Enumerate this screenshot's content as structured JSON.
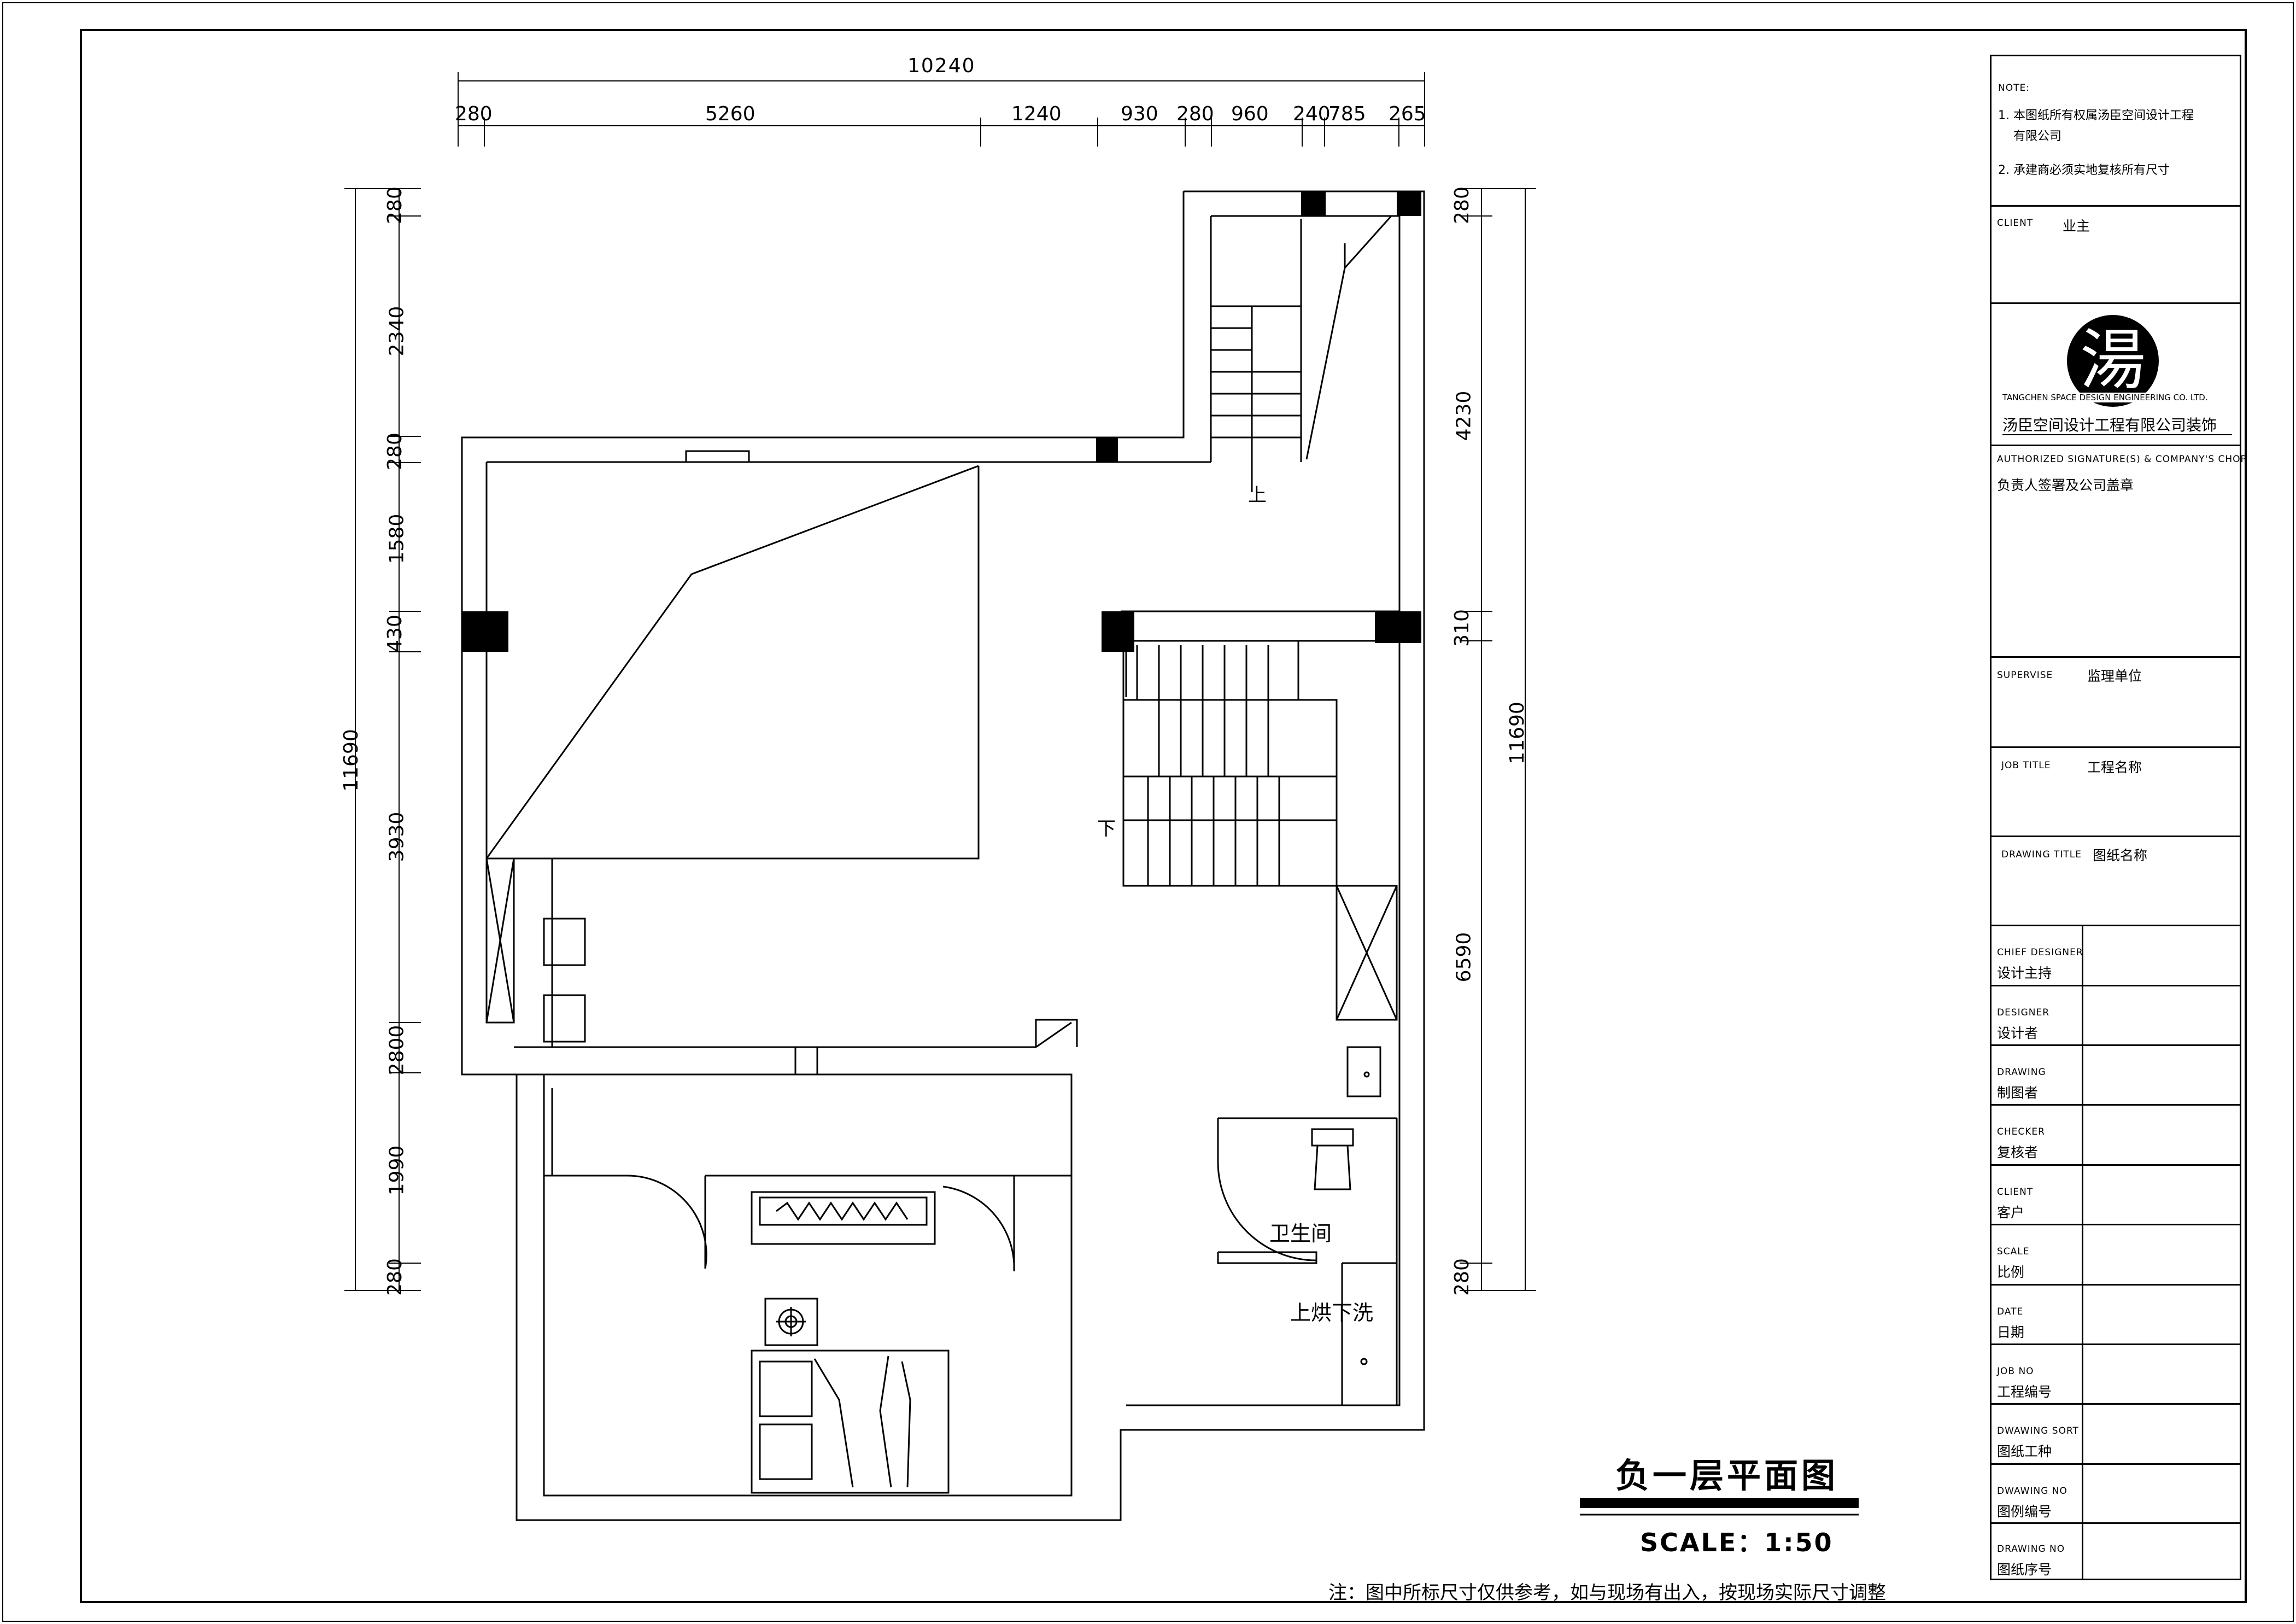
{
  "drawing": {
    "title": "负一层平面图",
    "scale": "SCALE：1:50",
    "footnote": "注：图中所标尺寸仅供参考，如与现场有出入，按现场实际尺寸调整",
    "room_labels": {
      "up": "上",
      "down": "下",
      "bathroom": "卫生间",
      "laundry": "上烘下洗"
    },
    "dimensions": {
      "top_total": "10240",
      "top_chain": [
        "280",
        "5260",
        "1240",
        "930",
        "280",
        "960",
        "240",
        "785",
        "265"
      ],
      "left_total": "11690",
      "left_chain": [
        "280",
        "2340",
        "280",
        "1580",
        "430",
        "3930",
        "2800",
        "1990",
        "280"
      ],
      "right_total": "11690",
      "right_chain": [
        "280",
        "4230",
        "310",
        "6590",
        "280"
      ]
    }
  },
  "title_block": {
    "note_label": "NOTE:",
    "notes": [
      "1. 本图纸所有权属汤臣空间设计工程",
      "有限公司",
      "2. 承建商必须实地复核所有尺寸"
    ],
    "client_label": "CLIENT",
    "client_value": "业主",
    "logo_glyph": "湯",
    "company_en": "TANGCHEN SPACE DESIGN ENGINEERING CO. LTD.",
    "company_cn": "汤臣空间设计工程有限公司装饰",
    "signature_label": "AUTHORIZED SIGNATURE(S) & COMPANY'S CHOP",
    "signature_cn": "负责人签署及公司盖章",
    "supervise_label": "SUPERVISE",
    "supervise_cn": "监理单位",
    "job_title_label": "JOB TITLE",
    "job_title_cn": "工程名称",
    "drawing_title_label": "DRAWING TITLE",
    "drawing_title_cn": "图纸名称",
    "rows": [
      {
        "en": "CHIEF DESIGNER",
        "cn": "设计主持"
      },
      {
        "en": "DESIGNER",
        "cn": "设计者"
      },
      {
        "en": "DRAWING",
        "cn": "制图者"
      },
      {
        "en": "CHECKER",
        "cn": "复核者"
      },
      {
        "en": "CLIENT",
        "cn": "客户"
      },
      {
        "en": "SCALE",
        "cn": "比例"
      },
      {
        "en": "DATE",
        "cn": "日期"
      },
      {
        "en": "JOB NO",
        "cn": "工程编号"
      },
      {
        "en": "DWAWING SORT",
        "cn": "图纸工种"
      },
      {
        "en": "DWAWING NO",
        "cn": "图例编号"
      },
      {
        "en": "DRAWING NO",
        "cn": "图纸序号"
      }
    ]
  }
}
